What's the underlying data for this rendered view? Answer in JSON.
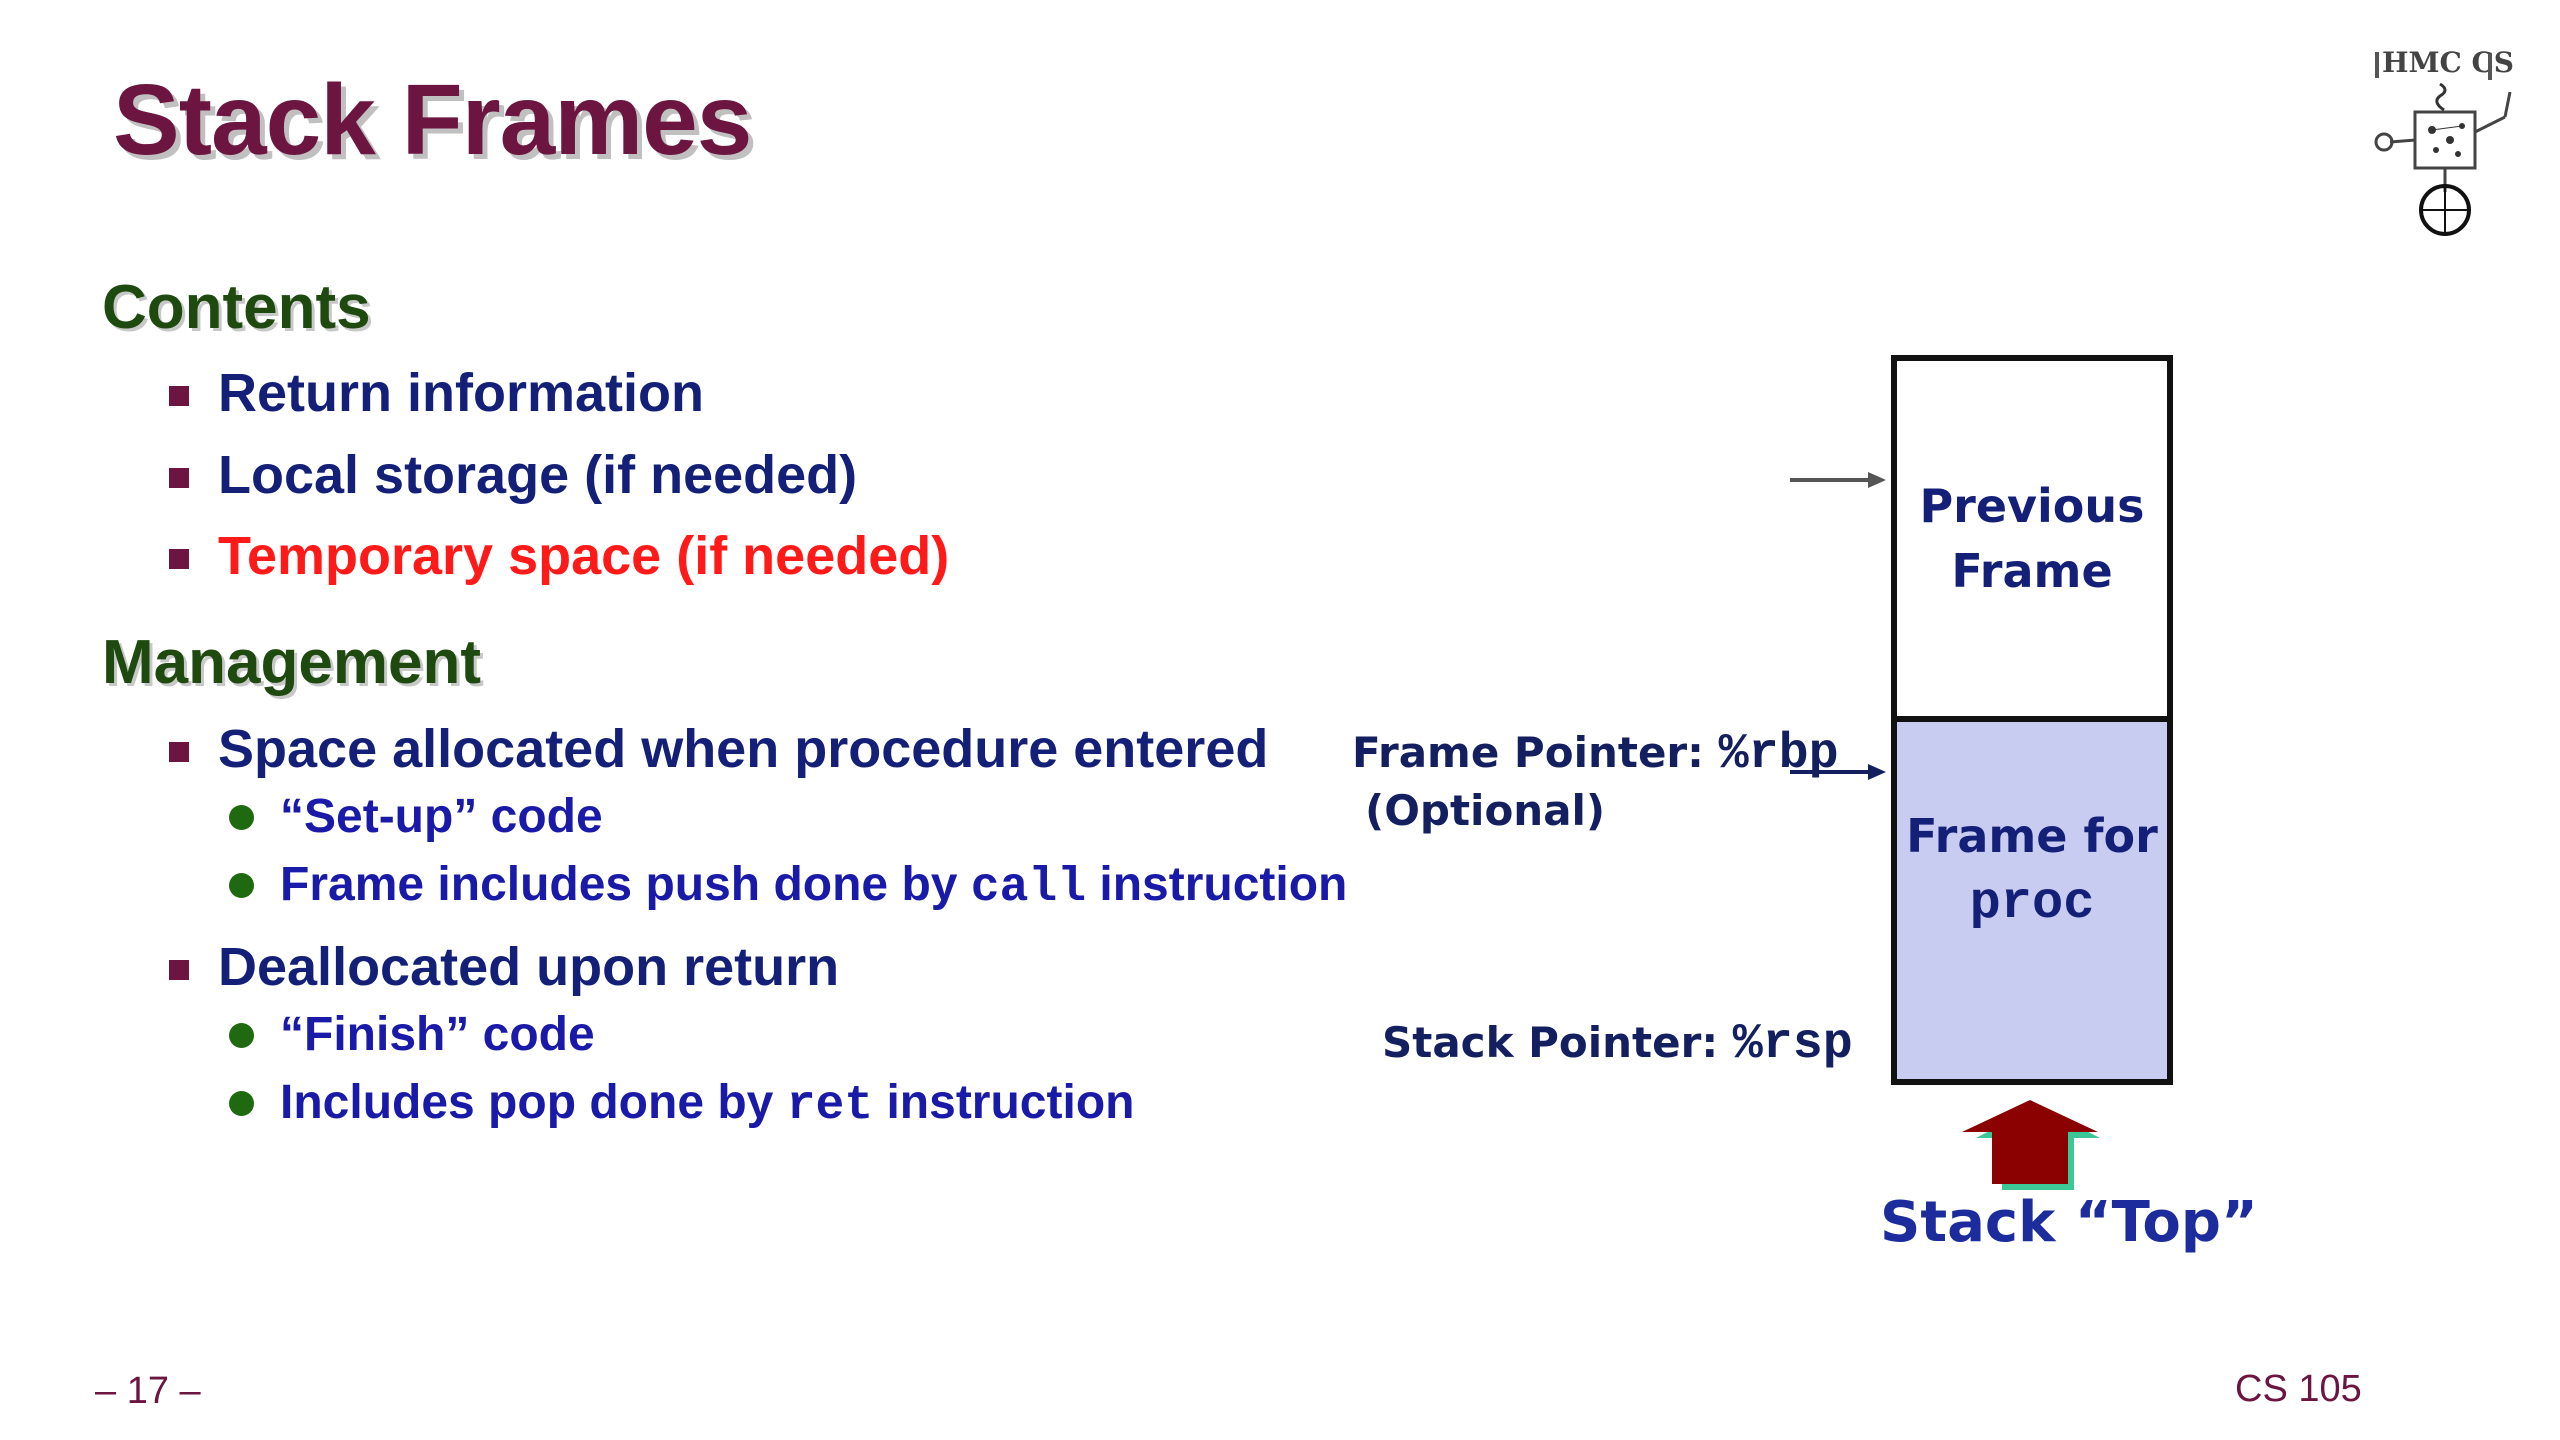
{
  "slide": {
    "title": "Stack Frames",
    "contents": {
      "heading": "Contents",
      "items": [
        "Return information",
        "Local storage (if needed)",
        "Temporary space (if needed)"
      ]
    },
    "management": {
      "heading": "Management",
      "alloc": {
        "label": "Space allocated when procedure entered",
        "sub1": "“Set-up” code",
        "sub2_before": "Frame includes push done by ",
        "sub2_code": "call",
        "sub2_after": " instruction"
      },
      "dealloc": {
        "label": "Deallocated upon return",
        "sub1": "“Finish” code",
        "sub2_before": "Includes pop done by ",
        "sub2_code": "ret",
        "sub2_after": " instruction"
      }
    },
    "diagram": {
      "prev_frame_line1": "Previous",
      "prev_frame_line2": "Frame",
      "cur_frame_line1": "Frame for",
      "cur_frame_code": "proc",
      "fp_label": "Frame Pointer: ",
      "fp_reg": "%rbp",
      "fp_optional": "(Optional)",
      "sp_label": "Stack Pointer: ",
      "sp_reg": "%rsp",
      "stack_top": "Stack “Top”"
    },
    "logo_text": "HMC CS",
    "footer_page": "– 17 –",
    "footer_course": "CS 105"
  },
  "colors": {
    "title": "#6b1540",
    "heading": "#1e4a10",
    "bullet_text": "#141f78",
    "highlight": "#ff1a1a",
    "frame_fill": "#c8ccf0",
    "arrow_dark": "#8b0000",
    "arrow_shadow": "#3cc896"
  }
}
